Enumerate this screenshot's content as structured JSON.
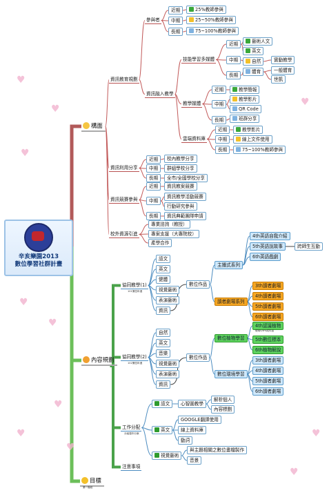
{
  "root": {
    "line1": "辛亥樂園2013",
    "line2": "數位學習社群計畫"
  },
  "colors": {
    "branch1": "#c25a5a",
    "branch2": "#4aa24a",
    "branch3": "#6aa84f",
    "accent": "#f5a623",
    "link": "#4c8cc0"
  },
  "nodes": [
    {
      "id": "m1",
      "t": "構面",
      "cls": "main",
      "icon": "bulb"
    },
    {
      "id": "m2",
      "t": "內容規劃",
      "cls": "main",
      "icon": "warn"
    },
    {
      "id": "m3",
      "t": "目標",
      "cls": "main",
      "icon": "star"
    },
    {
      "id": "m3s",
      "t": "第一階段",
      "cls": "sub"
    },
    {
      "id": "a1",
      "t": "資訊教育規劃",
      "cls": "n"
    },
    {
      "id": "a2",
      "t": "資訊利用分享",
      "cls": "n"
    },
    {
      "id": "a3",
      "t": "資訊競賽參與",
      "cls": "n"
    },
    {
      "id": "a4",
      "t": "校外資源引進",
      "cls": "n"
    },
    {
      "id": "b1",
      "t": "參與者",
      "cls": "n"
    },
    {
      "id": "b2",
      "t": "資訊融入教學",
      "cls": "n"
    },
    {
      "id": "c1",
      "t": "近期",
      "cls": "n box"
    },
    {
      "id": "c2",
      "t": "中期",
      "cls": "n box"
    },
    {
      "id": "c3",
      "t": "長期",
      "cls": "n box"
    },
    {
      "id": "d1",
      "t": "25%教師參與",
      "cls": "n box",
      "icon": "check"
    },
    {
      "id": "d2",
      "t": "25~50%教師參與",
      "cls": "n box",
      "icon": "folder"
    },
    {
      "id": "d3",
      "t": "75~100%教師參與",
      "cls": "n box",
      "icon": "doc"
    },
    {
      "id": "e1",
      "t": "技能學習多媒體",
      "cls": "n"
    },
    {
      "id": "e2",
      "t": "教學媒體",
      "cls": "n"
    },
    {
      "id": "e3",
      "t": "雲端資料庫",
      "cls": "n"
    },
    {
      "id": "f1",
      "t": "近期",
      "cls": "n box"
    },
    {
      "id": "f2",
      "t": "中期",
      "cls": "n box"
    },
    {
      "id": "f3",
      "t": "長期",
      "cls": "n box"
    },
    {
      "id": "g1",
      "t": "藝術人文",
      "cls": "n box",
      "icon": "check"
    },
    {
      "id": "g2",
      "t": "英文",
      "cls": "n box",
      "icon": "check"
    },
    {
      "id": "g3",
      "t": "自然",
      "cls": "n box",
      "icon": "folder"
    },
    {
      "id": "g4",
      "t": "體育",
      "cls": "n box",
      "icon": "doc"
    },
    {
      "id": "g5",
      "t": "實動教學",
      "cls": "n box"
    },
    {
      "id": "g6",
      "t": "一般體育",
      "cls": "n box"
    },
    {
      "id": "g7",
      "t": "世凱",
      "cls": "n box"
    },
    {
      "id": "h1",
      "t": "近期",
      "cls": "n box"
    },
    {
      "id": "h2",
      "t": "中期",
      "cls": "n box"
    },
    {
      "id": "h3",
      "t": "長期",
      "cls": "n box"
    },
    {
      "id": "i1",
      "t": "教學簡報",
      "cls": "n box",
      "icon": "check"
    },
    {
      "id": "i2",
      "t": "教學影片",
      "cls": "n box",
      "icon": "folder"
    },
    {
      "id": "i3",
      "t": "QR Code",
      "cls": "n box",
      "icon": "doc"
    },
    {
      "id": "i4",
      "t": "班群分享",
      "cls": "n box",
      "icon": "doc"
    },
    {
      "id": "j1",
      "t": "近期",
      "cls": "n box"
    },
    {
      "id": "j2",
      "t": "中期",
      "cls": "n box"
    },
    {
      "id": "j3",
      "t": "長期",
      "cls": "n box"
    },
    {
      "id": "k1",
      "t": "教學影片",
      "cls": "n box",
      "icon": "check"
    },
    {
      "id": "k2",
      "t": "線上文件使用",
      "cls": "n box",
      "icon": "folder"
    },
    {
      "id": "k3",
      "t": "75~100%教師參與",
      "cls": "n box",
      "icon": "doc"
    },
    {
      "id": "l1",
      "t": "近期",
      "cls": "n box"
    },
    {
      "id": "l2",
      "t": "中期",
      "cls": "n box"
    },
    {
      "id": "l3",
      "t": "長期",
      "cls": "n box"
    },
    {
      "id": "l4",
      "t": "校內教學分享",
      "cls": "n box"
    },
    {
      "id": "l5",
      "t": "群組學校分享",
      "cls": "n box"
    },
    {
      "id": "l6",
      "t": "全市/全國學校分享",
      "cls": "n box"
    },
    {
      "id": "o1",
      "t": "近期",
      "cls": "n box"
    },
    {
      "id": "o2",
      "t": "中期",
      "cls": "n box"
    },
    {
      "id": "o3",
      "t": "長期",
      "cls": "n box"
    },
    {
      "id": "o4",
      "t": "資訊教案競賽",
      "cls": "n box"
    },
    {
      "id": "o5",
      "t": "資訊教學活動競賽",
      "cls": "n box"
    },
    {
      "id": "o6",
      "t": "行動研究參與",
      "cls": "n box"
    },
    {
      "id": "o7",
      "t": "資訊典範團隊申請",
      "cls": "n box"
    },
    {
      "id": "p1",
      "t": "專業諮詢（教授）",
      "cls": "n box"
    },
    {
      "id": "p2",
      "t": "專案支援（大專院校）",
      "cls": "n box"
    },
    {
      "id": "p3",
      "t": "產學合作",
      "cls": "n box"
    },
    {
      "id": "q1",
      "t": "協同教學(1)",
      "cls": "n plain"
    },
    {
      "id": "q1s",
      "t": "101第四年進",
      "cls": "sub"
    },
    {
      "id": "q2",
      "t": "協同教學(2)",
      "cls": "n plain"
    },
    {
      "id": "q2s",
      "t": "102第四年進",
      "cls": "sub"
    },
    {
      "id": "q3",
      "t": "工作分配",
      "cls": "n plain"
    },
    {
      "id": "q3s",
      "t": "分組運作分案",
      "cls": "sub"
    },
    {
      "id": "q4",
      "t": "注意事項",
      "cls": "n plain"
    },
    {
      "id": "r1",
      "t": "語文",
      "cls": "n box"
    },
    {
      "id": "r2",
      "t": "英文",
      "cls": "n box"
    },
    {
      "id": "r3",
      "t": "健體",
      "cls": "n box"
    },
    {
      "id": "r4",
      "t": "視覺藝術",
      "cls": "n box"
    },
    {
      "id": "r5",
      "t": "表演藝術",
      "cls": "n box"
    },
    {
      "id": "r6",
      "t": "資訊",
      "cls": "n box"
    },
    {
      "id": "r7",
      "t": "數位作品",
      "cls": "n box"
    },
    {
      "id": "r8",
      "t": "主播式系列",
      "cls": "n blue"
    },
    {
      "id": "r9",
      "t": "讀者劇場系列",
      "cls": "n orange"
    },
    {
      "id": "r10",
      "t": "4th英語自我介紹",
      "cls": "n blue"
    },
    {
      "id": "r11",
      "t": "5th英語說故事",
      "cls": "n blue"
    },
    {
      "id": "r12",
      "t": "6th英語戲劇",
      "cls": "n blue"
    },
    {
      "id": "r13",
      "t": "跨師生互動",
      "cls": "n box"
    },
    {
      "id": "r14",
      "t": "3th讀者劇場",
      "cls": "n orange"
    },
    {
      "id": "r15",
      "t": "4th讀者劇場",
      "cls": "n orange"
    },
    {
      "id": "r16",
      "t": "5th讀者劇場",
      "cls": "n orange"
    },
    {
      "id": "r17",
      "t": "6th讀者劇場",
      "cls": "n orange"
    },
    {
      "id": "s1",
      "t": "自然",
      "cls": "n box"
    },
    {
      "id": "s2",
      "t": "英文",
      "cls": "n box"
    },
    {
      "id": "s3",
      "t": "音樂",
      "cls": "n box"
    },
    {
      "id": "s4",
      "t": "視覺藝術",
      "cls": "n box"
    },
    {
      "id": "s5",
      "t": "表演藝術",
      "cls": "n box"
    },
    {
      "id": "s6",
      "t": "資訊",
      "cls": "n box"
    },
    {
      "id": "s7",
      "t": "數位作品",
      "cls": "n box"
    },
    {
      "id": "s8",
      "t": "數位植物學習",
      "cls": "n green"
    },
    {
      "id": "s9",
      "t": "數位環境學習",
      "cls": "n blue"
    },
    {
      "id": "s10",
      "t": "4th認識植物",
      "cls": "n green"
    },
    {
      "id": "s10s",
      "t": "便用5/8%成件品",
      "cls": "sub"
    },
    {
      "id": "s11",
      "t": "5th數位標本",
      "cls": "n green"
    },
    {
      "id": "s12",
      "t": "6th植物解說",
      "cls": "n green"
    },
    {
      "id": "s13",
      "t": "3th讀者劇場",
      "cls": "n blue"
    },
    {
      "id": "s14",
      "t": "4th讀者劇場",
      "cls": "n blue"
    },
    {
      "id": "s15",
      "t": "5th讀者劇場",
      "cls": "n blue"
    },
    {
      "id": "s16",
      "t": "6th讀者劇場",
      "cls": "n blue"
    },
    {
      "id": "t1",
      "t": "語文",
      "cls": "n box",
      "icon": "flag"
    },
    {
      "id": "t2",
      "t": "英文",
      "cls": "n box",
      "icon": "flag"
    },
    {
      "id": "t3",
      "t": "視覺藝術",
      "cls": "n box",
      "icon": "flag"
    },
    {
      "id": "t4",
      "t": "心智圖教學",
      "cls": "n box"
    },
    {
      "id": "t5",
      "t": "解析個人",
      "cls": "n box"
    },
    {
      "id": "t6",
      "t": "內容標劃",
      "cls": "n box"
    },
    {
      "id": "t7",
      "t": "GOOGLE翻譯使用",
      "cls": "n box"
    },
    {
      "id": "t8",
      "t": "線上資料庫",
      "cls": "n box"
    },
    {
      "id": "t9",
      "t": "動詞",
      "cls": "n box"
    },
    {
      "id": "t10",
      "t": "與主題相關之數位畫檔製作",
      "cls": "n box"
    },
    {
      "id": "t11",
      "t": "音景",
      "cls": "n box"
    }
  ]
}
